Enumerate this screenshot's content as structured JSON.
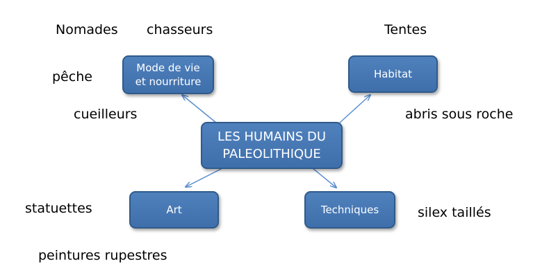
{
  "central": {
    "label": "LES HUMAINS DU\nPALEOLITHIQUE"
  },
  "branches": {
    "mode_de_vie": {
      "label": "Mode de vie\net nourriture"
    },
    "habitat": {
      "label": "Habitat"
    },
    "art": {
      "label": "Art"
    },
    "techniques": {
      "label": "Techniques"
    }
  },
  "words": {
    "nomades": "Nomades",
    "chasseurs": "chasseurs",
    "peche": "pêche",
    "cueilleurs": "cueilleurs",
    "tentes": "Tentes",
    "abris": "abris sous roche",
    "statuettes": "statuettes",
    "peintures": "peintures rupestres",
    "silex": "silex taillés"
  },
  "colors": {
    "node_fill": "#4f81bd",
    "node_border": "#2f5a8a",
    "arrow": "#5b8fd0",
    "text": "#000000"
  }
}
